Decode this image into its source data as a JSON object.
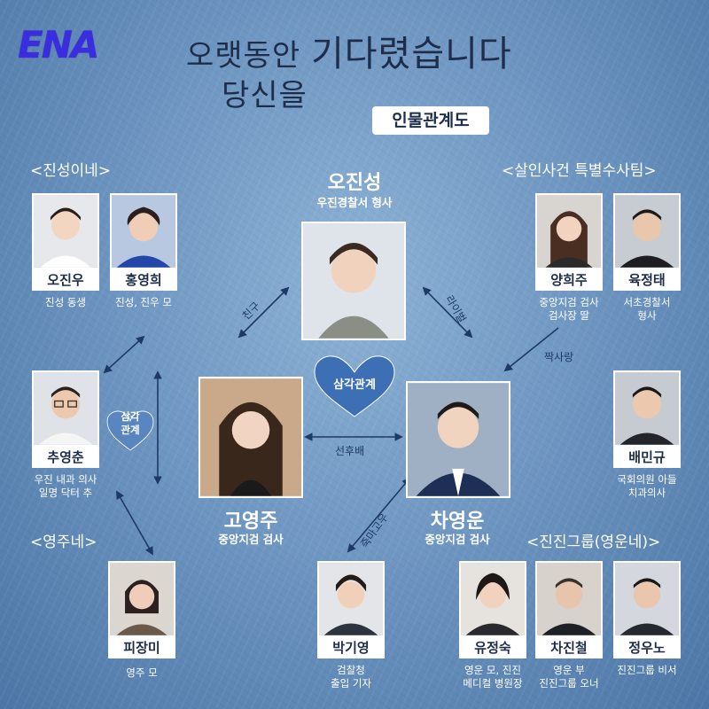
{
  "logo": "ENA",
  "title": {
    "line1": "오랫동안",
    "line1b": "기다렸습니다",
    "line2": "당신을"
  },
  "subtitle": "인물관계도",
  "groups": {
    "jinseong": "<진성이네>",
    "task_force": "<살인사건 특별수사팀>",
    "youngju": "<영주네>",
    "jinjin": "<진진그룹(영운네)>"
  },
  "center": {
    "oh_jinseong": {
      "name": "오진성",
      "desc": "우진경찰서 형사"
    },
    "go_youngju": {
      "name": "고영주",
      "desc": "중앙지검 검사"
    },
    "cha_youngun": {
      "name": "차영운",
      "desc": "중앙지검 검사"
    }
  },
  "relations": {
    "friend": "친구",
    "rival": "라이벌",
    "triangle": "삼각관계",
    "senior_junior": "선후배",
    "crush": "짝사랑",
    "triangle_small": "삼각\n관계",
    "bamboo": "죽마고우"
  },
  "people": {
    "oh_jinwoo": {
      "name": "오진우",
      "desc": "진성 동생"
    },
    "hong_younghee": {
      "name": "홍영희",
      "desc": "진성, 진우 모"
    },
    "yang_heeju": {
      "name": "양희주",
      "desc": "중앙지검 검사\n검사장 딸"
    },
    "yuk_jeongtae": {
      "name": "육정태",
      "desc": "서초경찰서\n형사"
    },
    "choo_youngchoon": {
      "name": "추영춘",
      "desc": "우진 내과 의사\n일명 닥터 추"
    },
    "bae_mingyu": {
      "name": "배민규",
      "desc": "국회의원 아들\n치과의사"
    },
    "pi_jangmi": {
      "name": "피장미",
      "desc": "영주 모"
    },
    "park_giyoung": {
      "name": "박기영",
      "desc": "검찰청\n출입 기자"
    },
    "yoo_jeongsook": {
      "name": "유정숙",
      "desc": "영운 모, 진진\n메디컬 병원장"
    },
    "cha_jincheol": {
      "name": "차진철",
      "desc": "영운 부\n진진그룹 오너"
    },
    "jeong_woono": {
      "name": "정우노",
      "desc": "진진그룹 비서"
    }
  },
  "colors": {
    "accent_title": "#1d2d4a",
    "heart": "#3d6fb5",
    "line": "#1d3a66",
    "logo": "#3a2de0"
  }
}
